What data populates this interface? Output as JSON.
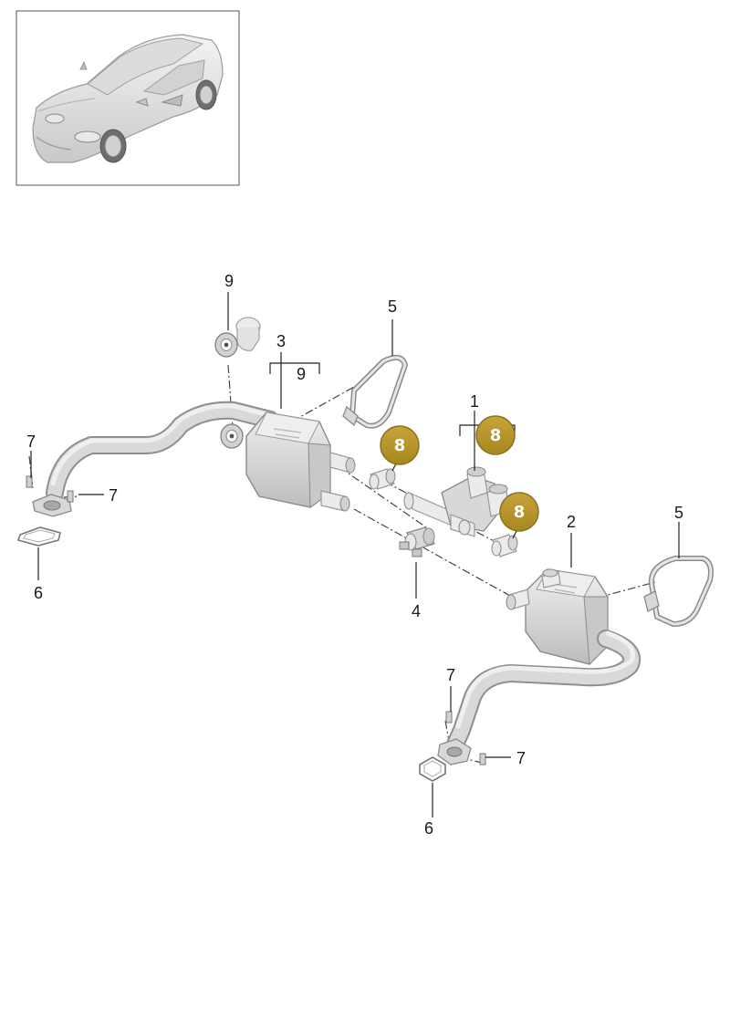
{
  "callouts": {
    "c1": "1",
    "c2": "2",
    "c3": "3",
    "c3_sub": "9",
    "c4": "4",
    "c5_left": "5",
    "c5_right": "5",
    "c6_left": "6",
    "c6_right": "6",
    "c7_a": "7",
    "c7_b": "7",
    "c7_c": "7",
    "c7_d": "7",
    "c9": "9"
  },
  "badges": {
    "b1": "8",
    "b2": "8",
    "b3": "8"
  },
  "colors": {
    "badge_fill": "#b8962a",
    "badge_stroke": "#8c7020",
    "part_fill": "#d8d8d8",
    "line": "#222222"
  }
}
